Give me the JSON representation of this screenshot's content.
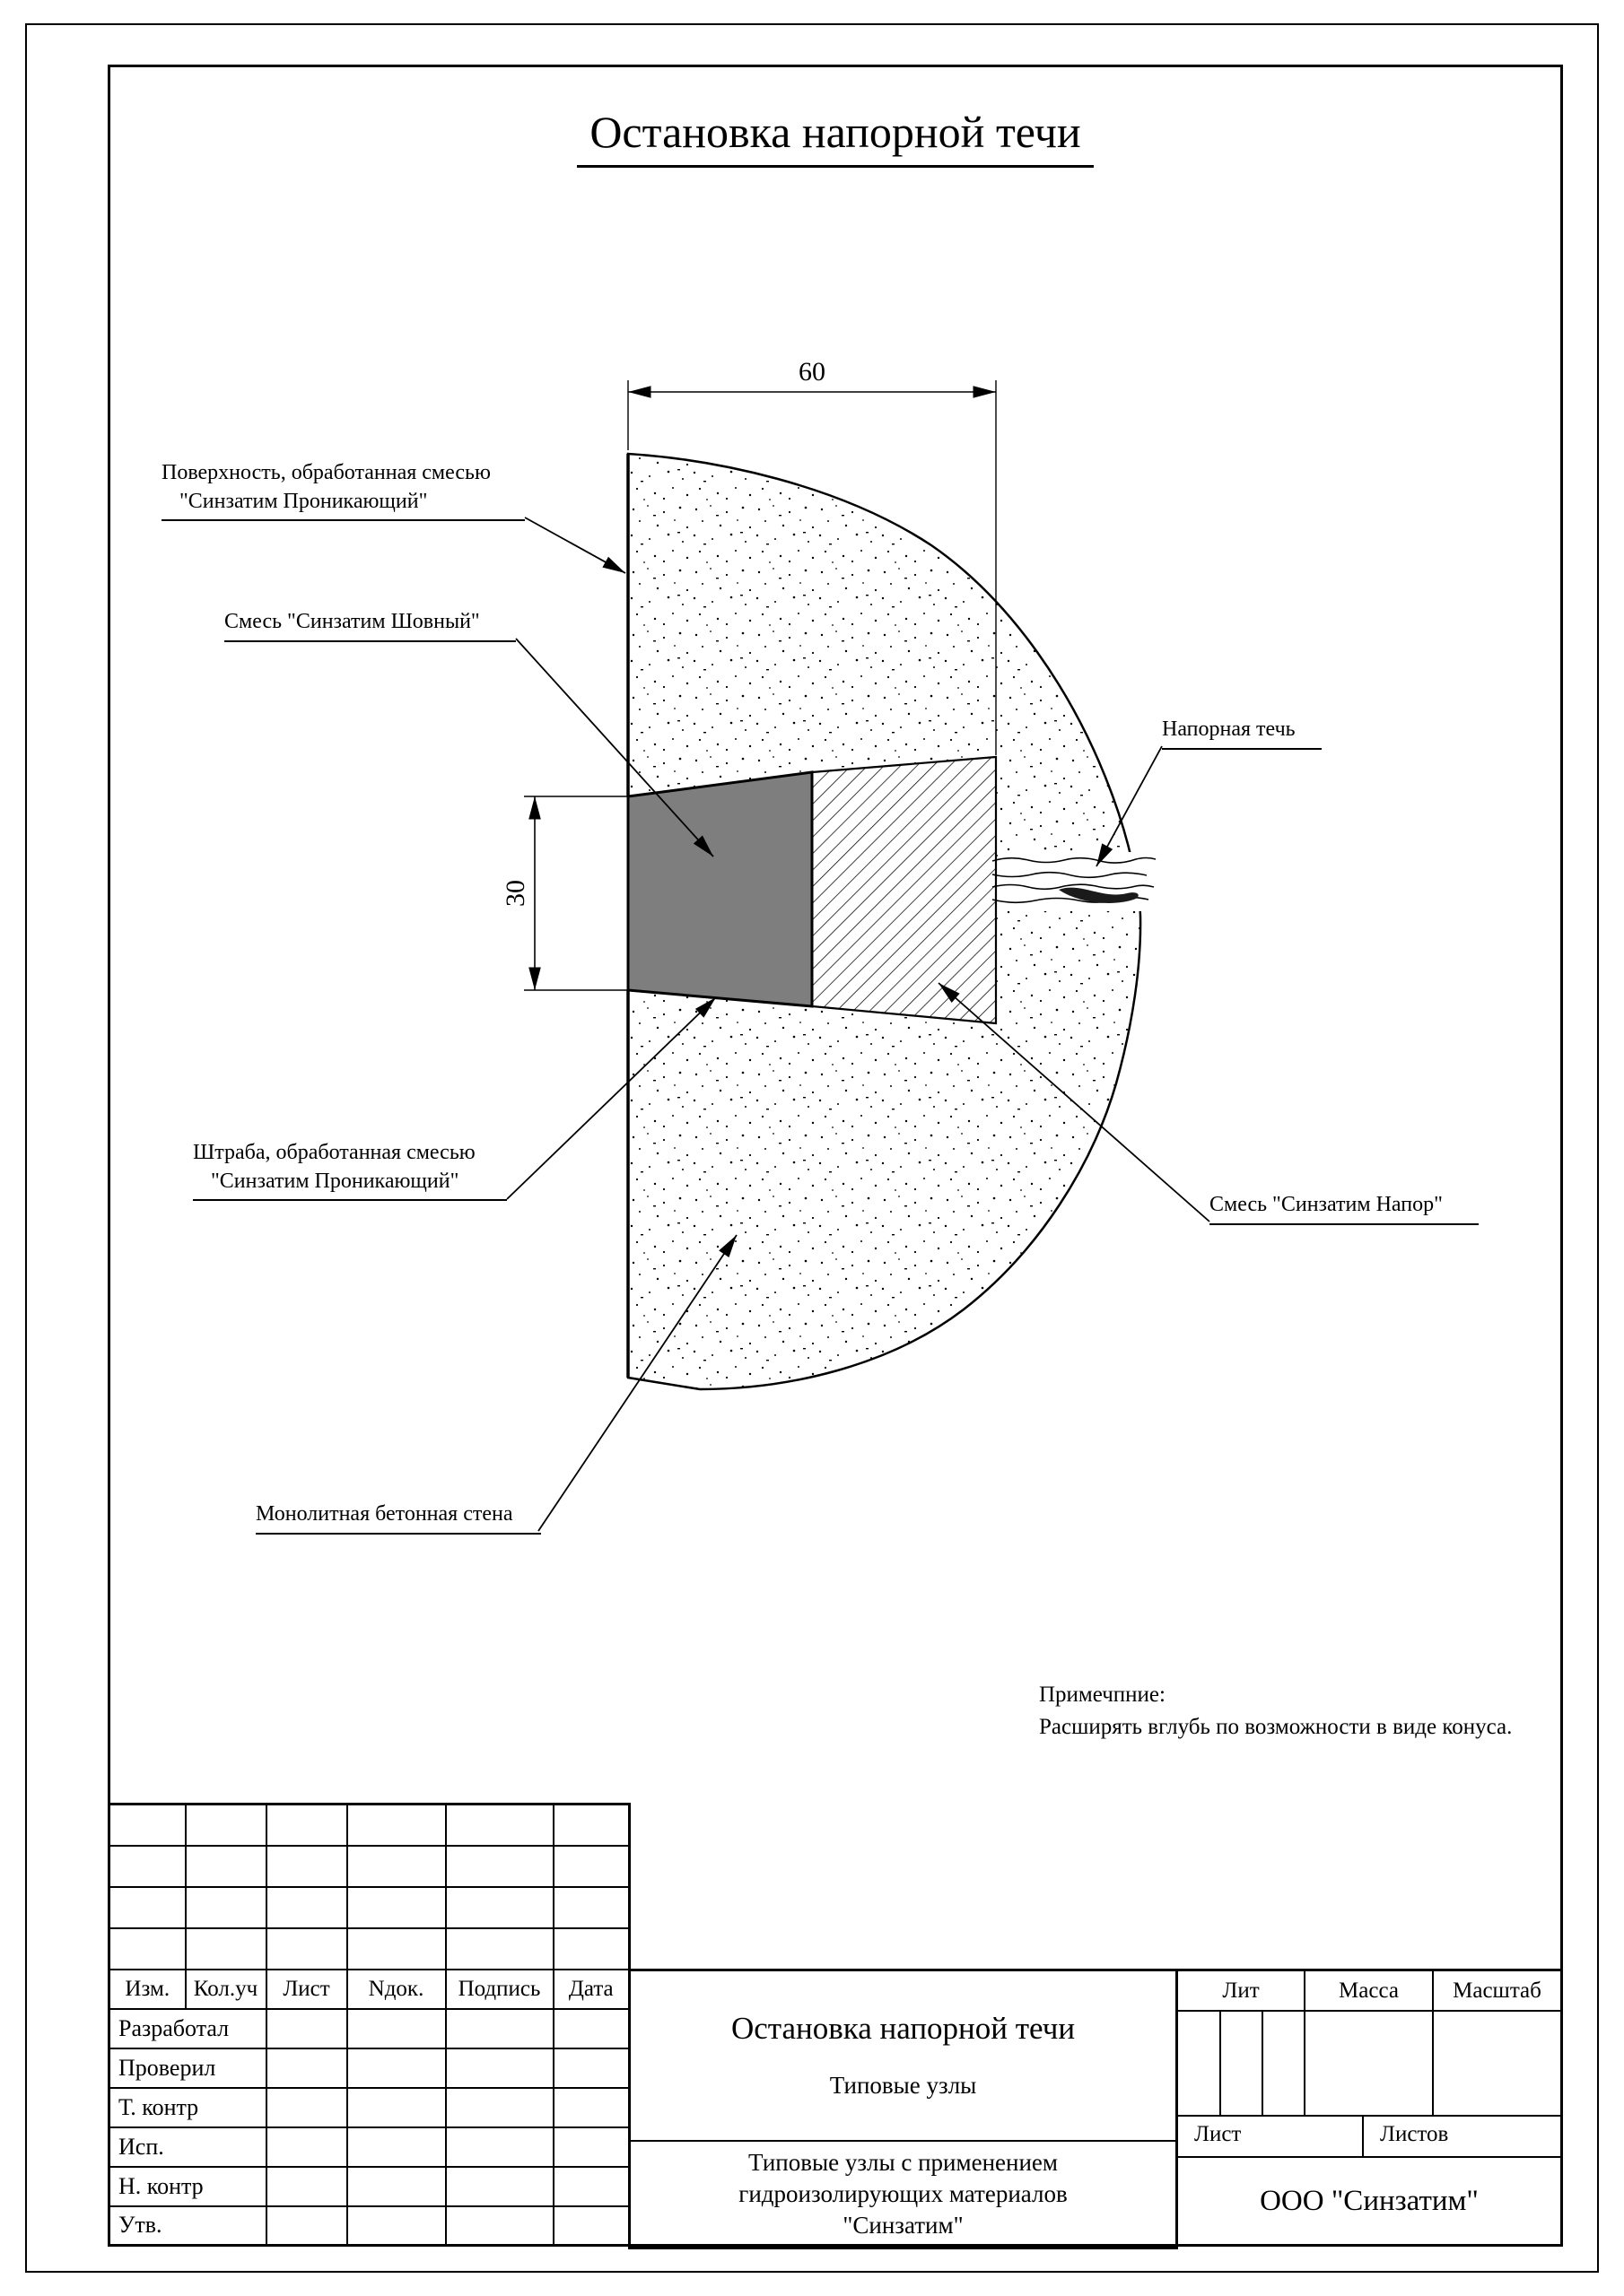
{
  "sheet": {
    "title": "Остановка напорной течи"
  },
  "dims": {
    "width": "60",
    "depth": "30"
  },
  "callouts": {
    "surface_l1": "Поверхность, обработанная смесью",
    "surface_l2": "\"Синзатим Проникающий\"",
    "seam": "Смесь \"Синзатим Шовный\"",
    "leak": "Напорная течь",
    "groove_l1": "Штраба, обработанная смесью",
    "groove_l2": "\"Синзатим Проникающий\"",
    "napor": "Смесь \"Синзатим Напор\"",
    "wall": "Монолитная бетонная стена"
  },
  "note": {
    "heading": "Примечпние:",
    "body": "Расширять вглубь по возможности в виде конуса."
  },
  "stamp": {
    "cols": [
      "Изм.",
      "Кол.уч",
      "Лист",
      "Nдок.",
      "Подпись",
      "Дата"
    ],
    "rows": [
      "Разработал",
      "Проверил",
      "Т. контр",
      "Исп.",
      "Н. контр",
      "Утв."
    ],
    "doc_title": "Остановка напорной течи",
    "doc_subtitle": "Типовые узлы",
    "desc_l1": "Типовые узлы с применением",
    "desc_l2": "гидроизолирующих материалов",
    "desc_l3": "\"Синзатим\"",
    "lit": "Лит",
    "mass": "Масса",
    "scale": "Масштаб",
    "sheet": "Лист",
    "sheets": "Листов",
    "company": "ООО \"Синзатим\""
  },
  "colors": {
    "grout_gray": "#7e7e7e",
    "line": "#000000",
    "paper": "#ffffff"
  }
}
